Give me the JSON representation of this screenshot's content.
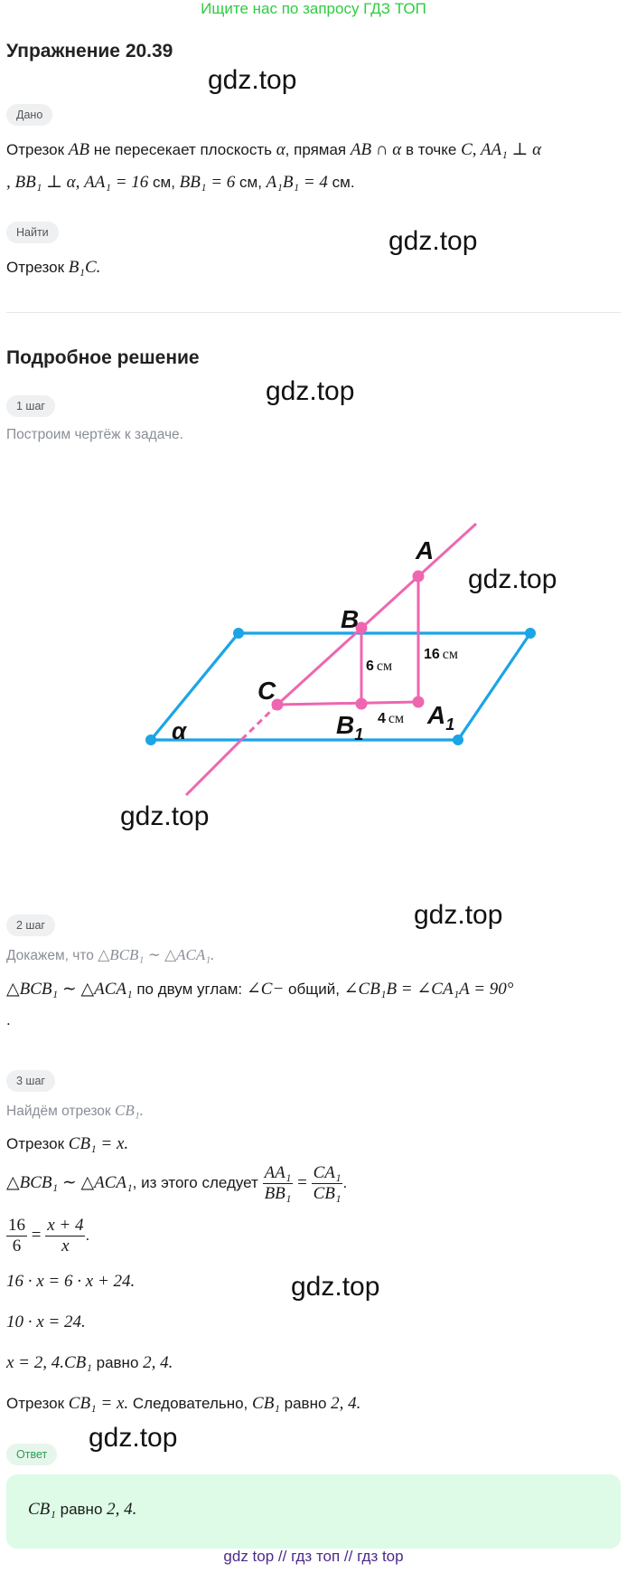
{
  "banner": "Ищите нас по запросу ГДЗ ТОП",
  "title": "Упражнение 20.39",
  "watermark": "gdz.top",
  "given": {
    "label": "Дано",
    "line1_a": "Отрезок ",
    "line1_b": "AB",
    "line1_c": " не пересекает плоскость ",
    "line1_d": "α",
    "line1_e": ", прямая ",
    "line1_f": "AB ∩ α",
    "line1_g": " в точке ",
    "line1_h": "C, AA₁ ⊥ α",
    "line2_a": ", BB₁ ⊥ α, AA₁ = 16",
    "line2_b": " см, ",
    "line2_c": "BB₁ = 6",
    "line2_d": " см, ",
    "line2_e": "A₁B₁ = 4",
    "line2_f": " см."
  },
  "find": {
    "label": "Найти",
    "text_a": "Отрезок ",
    "text_b": "B₁C."
  },
  "solution_title": "Подробное решение",
  "step1": {
    "label": "1 шаг",
    "text": "Построим чертёж к задаче."
  },
  "figure": {
    "A": "A",
    "B": "B",
    "C": "C",
    "B1": "B",
    "A1": "A",
    "sub1": "1",
    "alpha": "α",
    "bb1_val": "6",
    "aa1_val": "16",
    "a1b1_val": "4",
    "unit": "см",
    "plane_color": "#1ba4e6",
    "line_color": "#ee66b0"
  },
  "step2": {
    "label": "2 шаг",
    "text_a": "Докажем, что ",
    "text_b": "△BCB₁ ∼ △ACA₁.",
    "line_a": "△BCB₁ ∼ △ACA₁",
    "line_b": " по двум углам: ",
    "line_c": "∠C−",
    "line_d": " общий, ",
    "line_e": "∠CB₁B = ∠CA₁A = 90°",
    "line_f": "."
  },
  "step3": {
    "label": "3 шаг",
    "text_a": "Найдём отрезок ",
    "text_b": "CB₁.",
    "l1_a": "Отрезок ",
    "l1_b": "CB₁ = x.",
    "l2_a": "△BCB₁ ∼ △ACA₁",
    "l2_b": ", из этого следует ",
    "frac1_num": "AA₁",
    "frac1_den": "BB₁",
    "eq": "=",
    "frac2_num": "CA₁",
    "frac2_den": "CB₁",
    "dot": ".",
    "frac3_num": "16",
    "frac3_den": "6",
    "frac4_num": "x + 4",
    "frac4_den": "x",
    "l4": "16 · x = 6 · x + 24.",
    "l5": "10 · x = 24.",
    "l6_a": "x = 2, 4.CB₁",
    "l6_b": " равно ",
    "l6_c": "2, 4.",
    "l7_a": "Отрезок ",
    "l7_b": "CB₁ = x.",
    "l7_c": " Следовательно, ",
    "l7_d": "CB₁",
    "l7_e": " равно ",
    "l7_f": "2, 4."
  },
  "answer": {
    "label": "Ответ",
    "text_a": "CB₁",
    "text_b": " равно ",
    "text_c": "2, 4."
  },
  "footer": "gdz top  //  гдз топ  //  гдз top"
}
